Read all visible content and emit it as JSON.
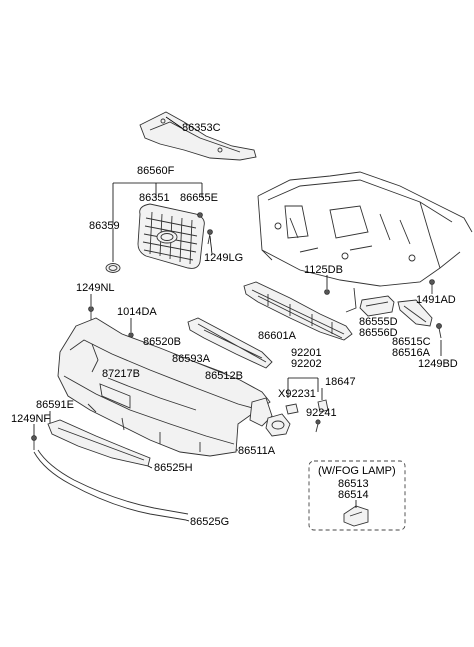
{
  "labels": {
    "p86353C": "86353C",
    "p86560F": "86560F",
    "p86351": "86351",
    "p86655E": "86655E",
    "p86359": "86359",
    "p1249LG": "1249LG",
    "p1249NL": "1249NL",
    "p1014DA": "1014DA",
    "p86520B": "86520B",
    "p86593A": "86593A",
    "p87217B": "87217B",
    "p86512B": "86512B",
    "p1125DB": "1125DB",
    "p1491AD": "1491AD",
    "p86601A": "86601A",
    "p86555D": "86555D",
    "p86556D": "86556D",
    "p86515C": "86515C",
    "p86516A": "86516A",
    "p1249BD": "1249BD",
    "p92201": "92201",
    "p92202": "92202",
    "p18647": "18647",
    "pX92231": "X92231",
    "p92241": "92241",
    "p86591E": "86591E",
    "p1249NF": "1249NF",
    "p86511A": "86511A",
    "p86525H": "86525H",
    "p86525G": "86525G",
    "fogTitle": "(W/FOG LAMP)",
    "p86513": "86513",
    "p86514": "86514"
  }
}
